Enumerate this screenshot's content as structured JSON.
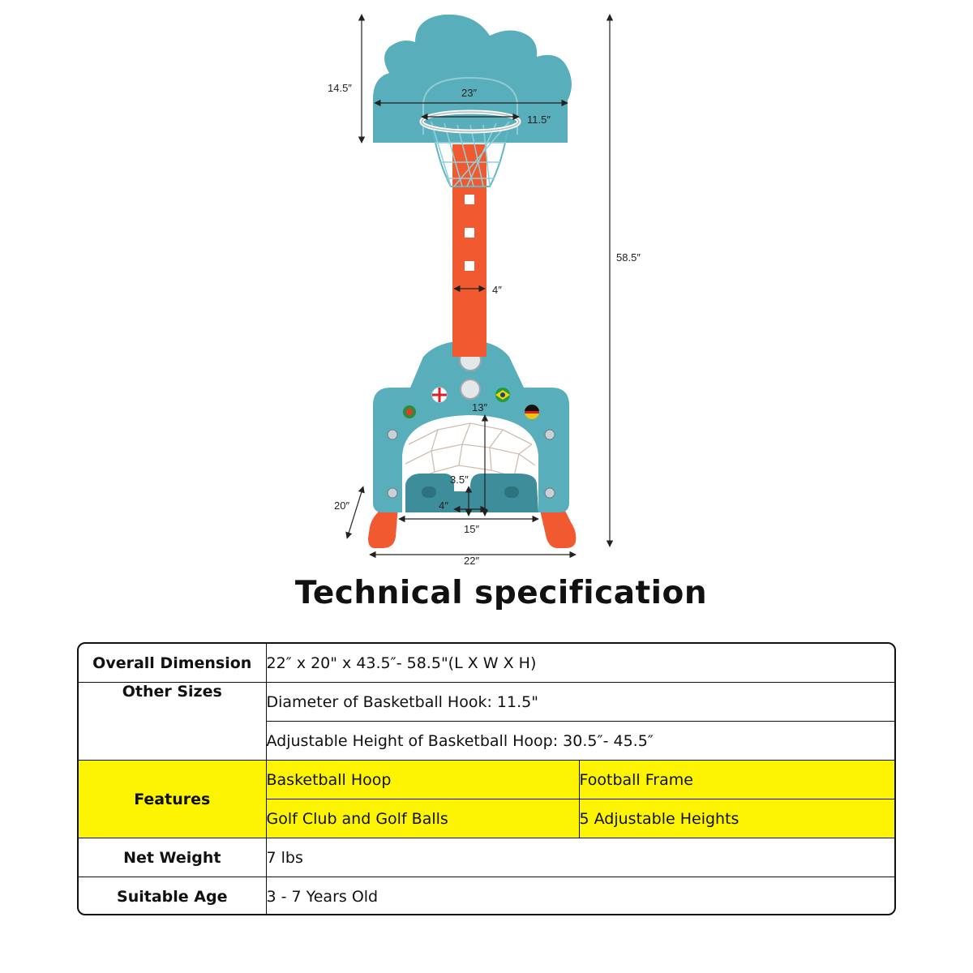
{
  "diagram": {
    "dimensions": {
      "backboard_height": "14.5″",
      "backboard_width": "23″",
      "hoop_diameter": "11.5″",
      "pole_width": "4″",
      "total_height": "58.5″",
      "goal_height": "13″",
      "inner_height": "3.5″",
      "inner_width": "4″",
      "depth": "20″",
      "goal_width": "15″",
      "base_width": "22″"
    },
    "colors": {
      "teal": "#58aebb",
      "teal_dark": "#3d8d9b",
      "orange": "#f15a31",
      "highlight": "#fcf400"
    }
  },
  "title": "Technical specification",
  "table": {
    "overall": {
      "label": "Overall Dimension",
      "value": "22″ x 20\" x 43.5″- 58.5\"(L X W X H)"
    },
    "other": {
      "label": "Other Sizes",
      "values": [
        "Diameter of Basketball Hook: 11.5\"",
        "Adjustable Height of Basketball Hoop: 30.5″- 45.5″"
      ]
    },
    "features": {
      "label": "Features",
      "items": [
        "Basketball Hoop",
        "Football Frame",
        "Golf Club and Golf Balls",
        "5 Adjustable Heights"
      ]
    },
    "weight": {
      "label": "Net Weight",
      "value": "7 lbs"
    },
    "age": {
      "label": "Suitable Age",
      "value": "3 - 7 Years Old"
    }
  }
}
